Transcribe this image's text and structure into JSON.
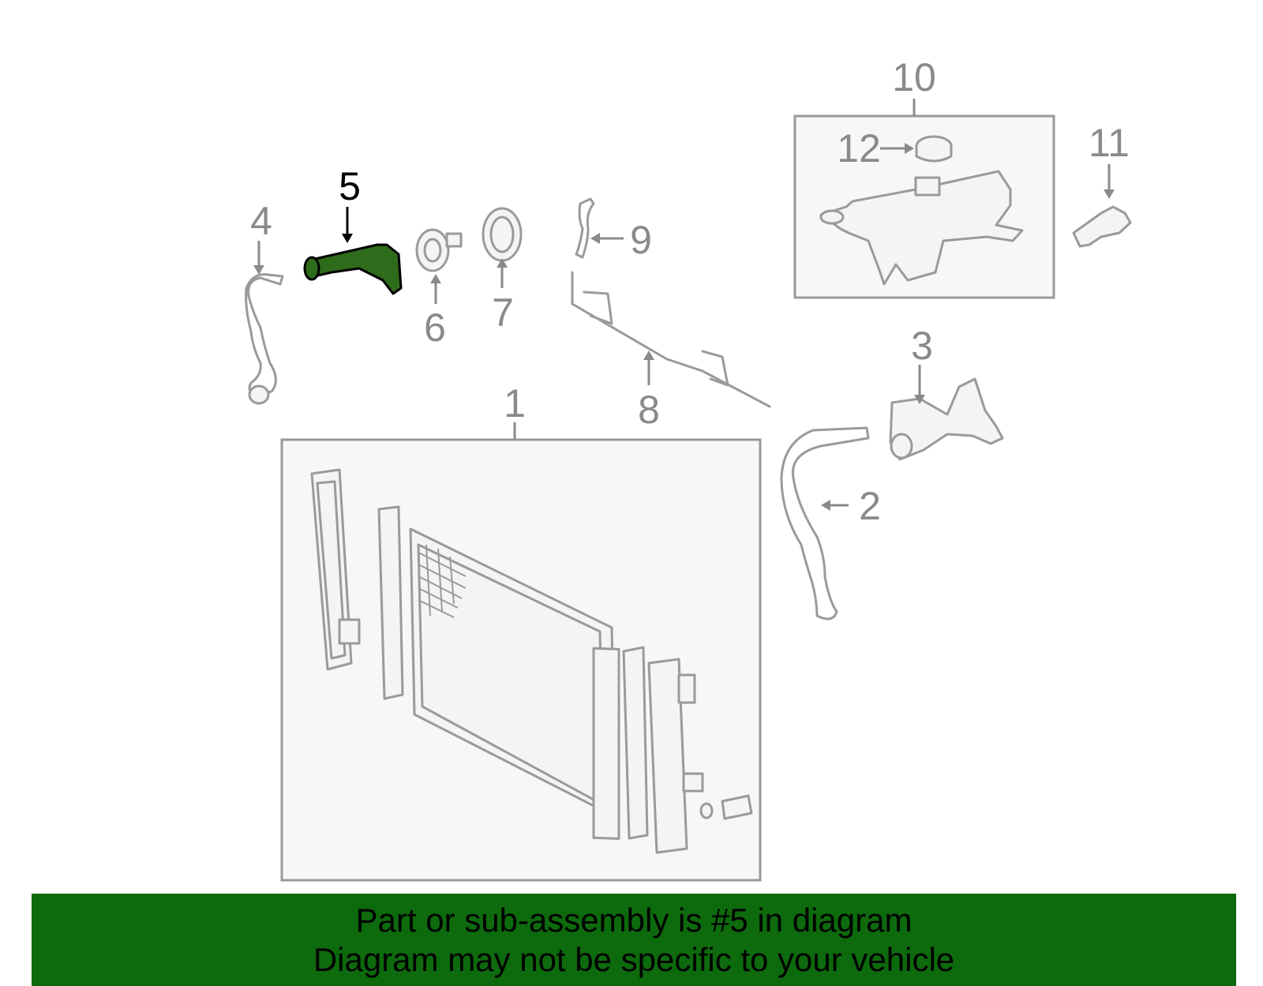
{
  "diagram": {
    "callouts": {
      "c1": "1",
      "c2": "2",
      "c3": "3",
      "c4": "4",
      "c5": "5",
      "c6": "6",
      "c7": "7",
      "c8": "8",
      "c9": "9",
      "c10": "10",
      "c11": "11",
      "c12": "12"
    },
    "highlighted_part": "5",
    "colors": {
      "highlight_part": "#2e6b1a",
      "line_art": "#9a9a9a",
      "banner": "#0d6a0d"
    }
  },
  "banner": {
    "line1": "Part or sub-assembly is #5 in diagram",
    "line2": "Diagram may not be specific to your vehicle"
  }
}
